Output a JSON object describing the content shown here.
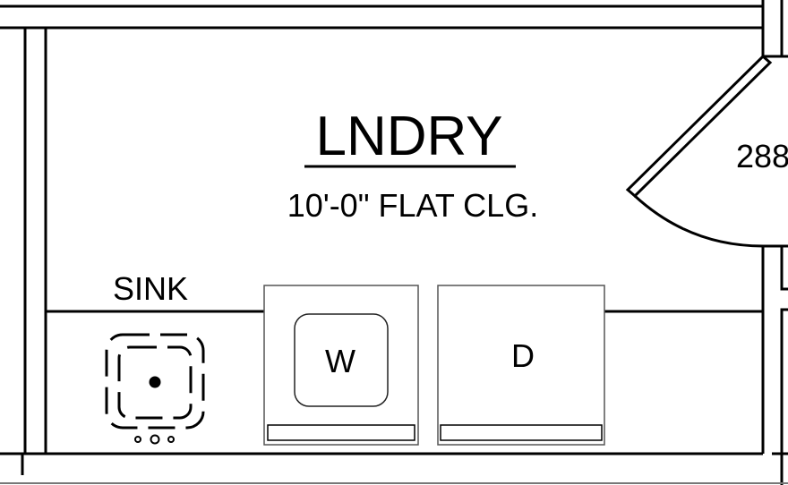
{
  "room": {
    "name": "LNDRY",
    "ceiling": "10'-0\" FLAT CLG."
  },
  "adjacent_room_number": "288",
  "fixtures": {
    "sink_label": "SINK",
    "washer_label": "W",
    "dryer_label": "D"
  },
  "colors": {
    "line": "#000000",
    "appliance_line": "#555555",
    "background": "#ffffff"
  }
}
